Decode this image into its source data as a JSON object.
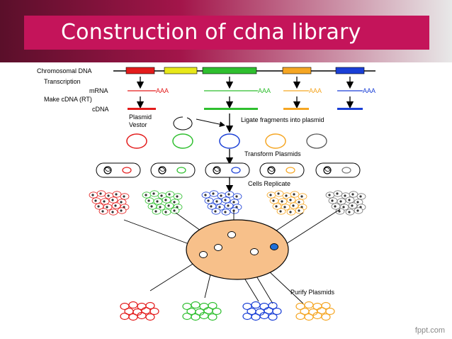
{
  "slide": {
    "title": "Construction of cdna library",
    "watermark": "fppt.com"
  },
  "diagram": {
    "row_labels": [
      "Chromosomal DNA",
      "Transcription",
      "mRNA",
      "Make cDNA (RT)",
      "cDNA"
    ],
    "poly_a": "AAA",
    "plasmid_label_line1": "Plasmid",
    "plasmid_label_line2": "Vestor",
    "step_ligate": "Ligate fragments into plasmid",
    "step_transform": "Transform Plasmids",
    "step_replicate": "Cells Replicate",
    "step_purify": "Purify Plasmids",
    "colors": {
      "red": "#e31b1b",
      "yellow": "#e8e81a",
      "green": "#2fbf2f",
      "orange": "#f5a623",
      "blue": "#1a3fd6",
      "gray": "#777777",
      "culture": "#f7c08a"
    }
  }
}
